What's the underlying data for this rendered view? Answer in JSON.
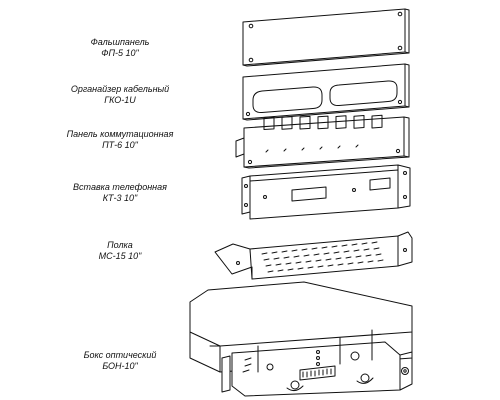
{
  "items": [
    {
      "name": "Фальшпанель",
      "model": "ФП-5 10\""
    },
    {
      "name": "Органайзер кабельный",
      "model": "ГКО-1U"
    },
    {
      "name": "Панель коммутационная",
      "model": "ПТ-6 10\""
    },
    {
      "name": "Вставка телефонная",
      "model": "КТ-3 10\""
    },
    {
      "name": "Полка",
      "model": "МС-15 10\""
    },
    {
      "name": "Бокс оптический",
      "model": "БОН-10\""
    }
  ]
}
